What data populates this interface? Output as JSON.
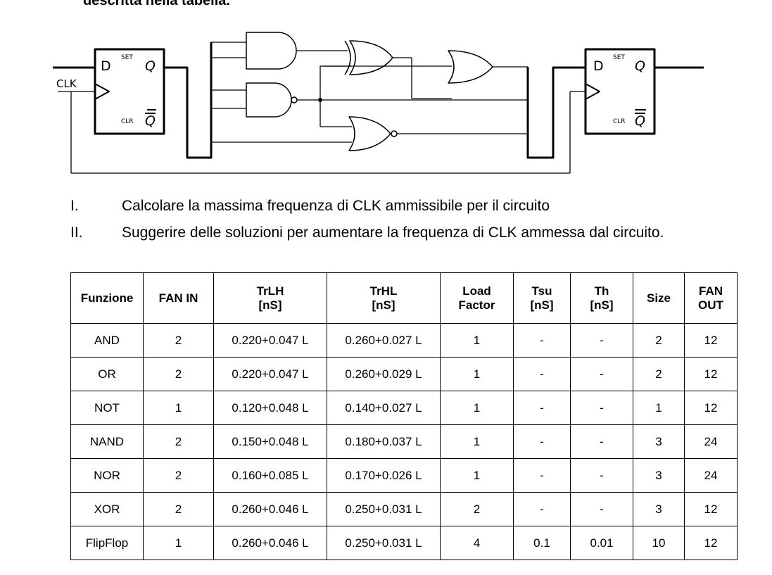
{
  "header_fragment": "descritta nella tabella.",
  "circuit": {
    "ff_left": {
      "d": "D",
      "set": "SET",
      "q": "Q",
      "clr": "CLR",
      "qbar": "Q"
    },
    "ff_right": {
      "d": "D",
      "set": "SET",
      "q": "Q",
      "clr": "CLR",
      "qbar": "Q"
    },
    "clk_label": "CLK"
  },
  "questions": [
    {
      "num": "I.",
      "text": "Calcolare la massima frequenza di CLK ammissibile per il circuito"
    },
    {
      "num": "II.",
      "text": "Suggerire delle soluzioni per aumentare la frequenza di CLK  ammessa dal circuito."
    }
  ],
  "table": {
    "headers": [
      [
        "Funzione"
      ],
      [
        "FAN IN"
      ],
      [
        "TrLH",
        "[nS]"
      ],
      [
        "TrHL",
        "[nS]"
      ],
      [
        "Load",
        "Factor"
      ],
      [
        "Tsu",
        "[nS]"
      ],
      [
        "Th",
        "[nS]"
      ],
      [
        "Size"
      ],
      [
        "FAN",
        "OUT"
      ]
    ],
    "rows": [
      [
        "AND",
        "2",
        "0.220+0.047 L",
        "0.260+0.027 L",
        "1",
        "-",
        "-",
        "2",
        "12"
      ],
      [
        "OR",
        "2",
        "0.220+0.047 L",
        "0.260+0.029 L",
        "1",
        "-",
        "-",
        "2",
        "12"
      ],
      [
        "NOT",
        "1",
        "0.120+0.048 L",
        "0.140+0.027 L",
        "1",
        "-",
        "-",
        "1",
        "12"
      ],
      [
        "NAND",
        "2",
        "0.150+0.048 L",
        "0.180+0.037 L",
        "1",
        "-",
        "-",
        "3",
        "24"
      ],
      [
        "NOR",
        "2",
        "0.160+0.085 L",
        "0.170+0.026 L",
        "1",
        "-",
        "-",
        "3",
        "24"
      ],
      [
        "XOR",
        "2",
        "0.260+0.046 L",
        "0.250+0.031 L",
        "2",
        "-",
        "-",
        "3",
        "12"
      ],
      [
        "FlipFlop",
        "1",
        "0.260+0.046 L",
        "0.250+0.031 L",
        "4",
        "0.1",
        "0.01",
        "10",
        "12"
      ]
    ]
  }
}
